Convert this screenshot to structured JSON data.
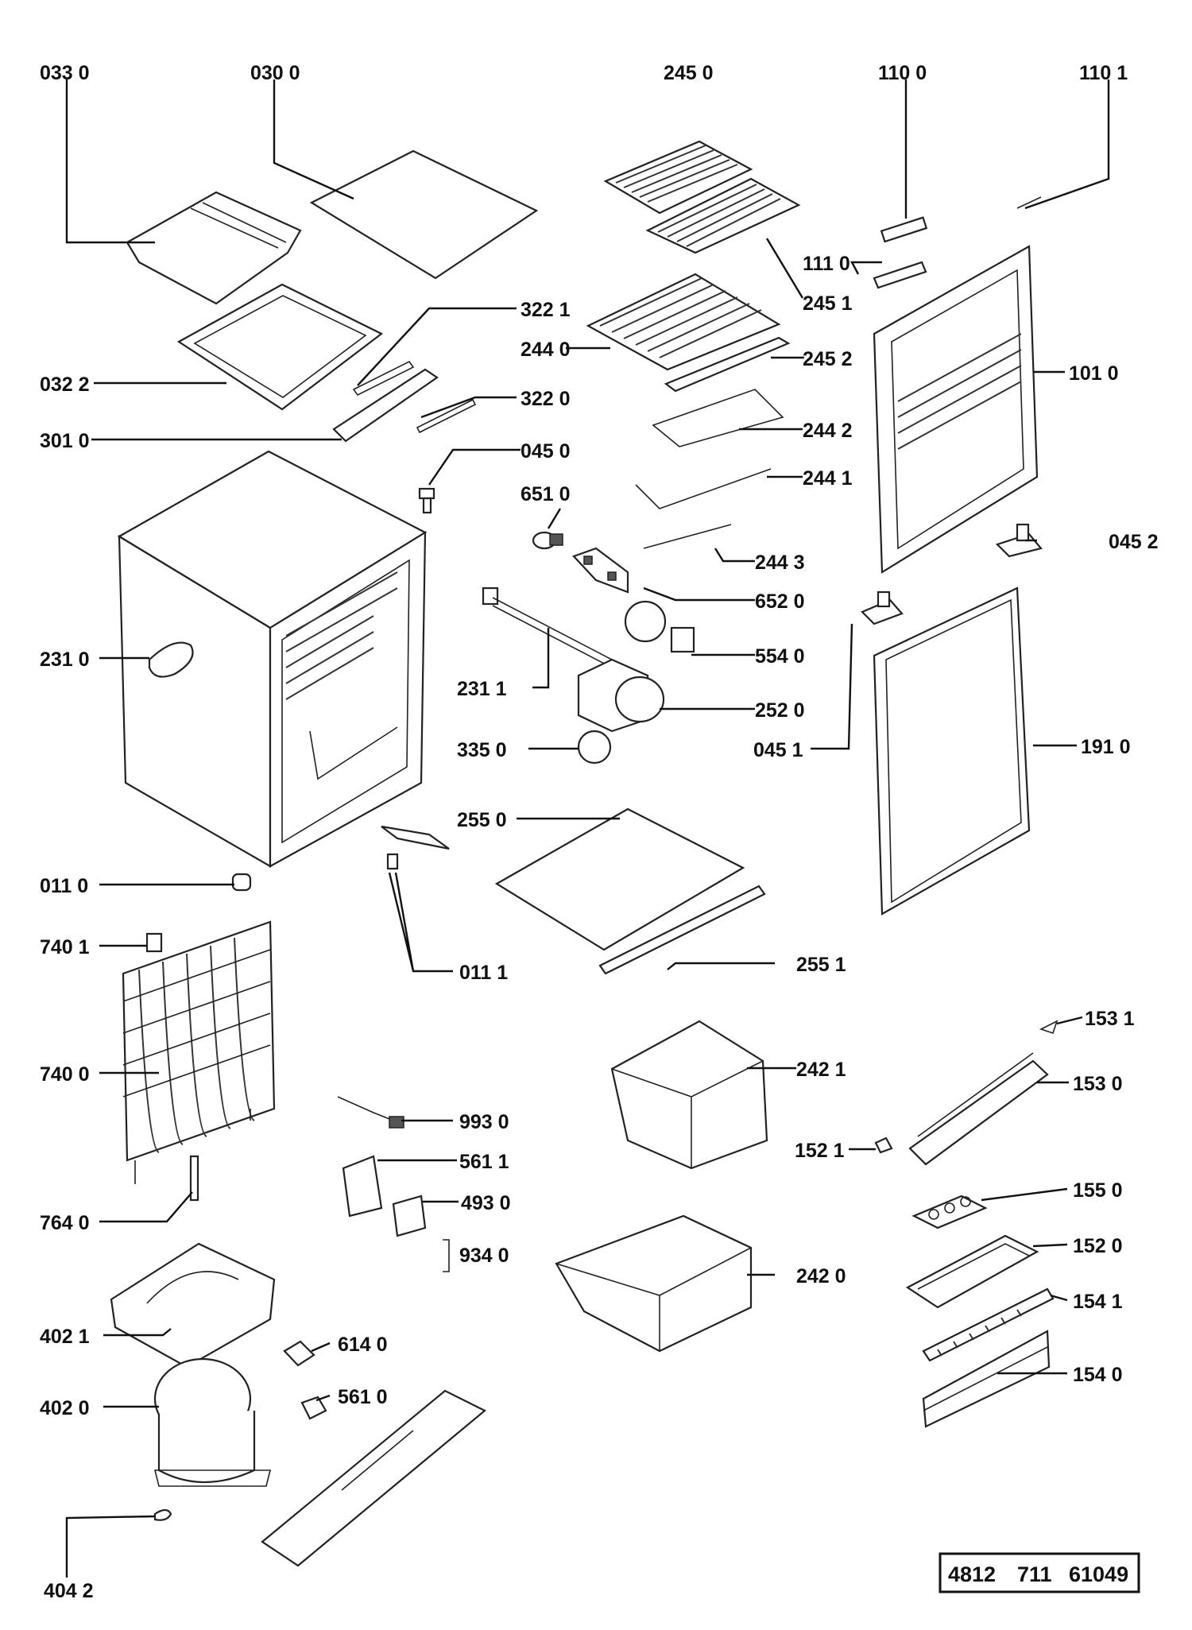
{
  "labels": {
    "l0330": "033 0",
    "l0300": "030 0",
    "l2450": "245 0",
    "l1100": "110 0",
    "l1101": "110 1",
    "l1110": "111 0",
    "l2451": "245 1",
    "l3221": "322 1",
    "l2440": "244 0",
    "l2452": "245 2",
    "l0322": "032 2",
    "l1010": "101 0",
    "l3220": "322 0",
    "l2442": "244 2",
    "l3010": "301 0",
    "l0450": "045 0",
    "l2441": "244 1",
    "l6510": "651 0",
    "l0452": "045 2",
    "l2443": "244 3",
    "l6520": "652 0",
    "l2310": "231 0",
    "l5540": "554 0",
    "l2311": "231 1",
    "l2520": "252 0",
    "l3350": "335 0",
    "l0451": "045 1",
    "l1910": "191 0",
    "l2550": "255 0",
    "l0110": "011 0",
    "l7401": "740 1",
    "l0111": "011 1",
    "l2551": "255 1",
    "l1531": "153 1",
    "l7400": "740 0",
    "l2421": "242 1",
    "l1530": "153 0",
    "l9930": "993 0",
    "l1521": "152 1",
    "l5611": "561 1",
    "l1550": "155 0",
    "l7640": "764 0",
    "l4930": "493 0",
    "l9340": "934 0",
    "l1520": "152 0",
    "l2420": "242 0",
    "l1541": "154 1",
    "l4021": "402 1",
    "l6140": "614 0",
    "l1540": "154 0",
    "l4020": "402 0",
    "l5610": "561 0",
    "l4042": "404 2"
  },
  "code": {
    "part1": "4812",
    "part2": "711",
    "part3": "61049"
  }
}
